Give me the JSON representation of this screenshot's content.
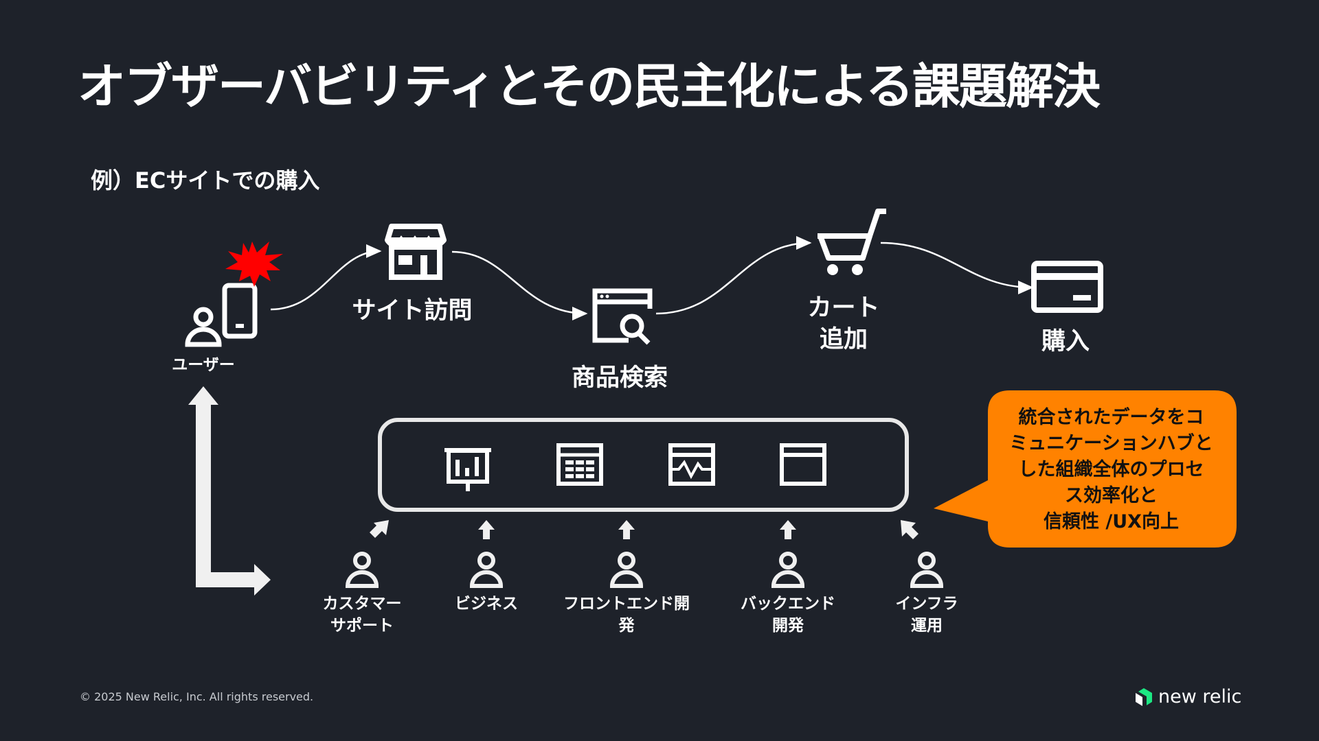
{
  "title": "オブザーバビリティとその民主化による課題解決",
  "subtitle": "例）ECサイトでの購入",
  "user_label": "ユーザー",
  "steps": [
    {
      "icon": "store-icon",
      "label": "サイト訪問"
    },
    {
      "icon": "search-window-icon",
      "label": "商品検索"
    },
    {
      "icon": "cart-icon",
      "label": "カート\n追加",
      "lines": [
        "カート",
        "追加"
      ]
    },
    {
      "icon": "credit-card-icon",
      "label": "購入"
    }
  ],
  "dashboard_icons": [
    "presentation-chart-icon",
    "table-window-icon",
    "monitor-window-icon",
    "browser-window-icon"
  ],
  "roles": [
    {
      "lines": [
        "カスタマー",
        "サポート"
      ]
    },
    {
      "lines": [
        "ビジネス"
      ]
    },
    {
      "lines": [
        "フロントエンド開",
        "発"
      ]
    },
    {
      "lines": [
        "バックエンド",
        "開発"
      ]
    },
    {
      "lines": [
        "インフラ",
        "運用"
      ]
    }
  ],
  "callout": {
    "lines": [
      "統合されたデータをコ",
      "ミュニケーションハブと",
      "した組織全体のプロセ",
      "ス効率化と",
      "信頼性 /UX向上"
    ],
    "color": "#ff8200"
  },
  "footer": {
    "copyright": "© 2025 New Relic, Inc. All rights reserved.",
    "logo_text": "new relic",
    "logo_color": "#1ce783"
  },
  "colors": {
    "background": "#1e222a",
    "alert": "#ff0000"
  }
}
